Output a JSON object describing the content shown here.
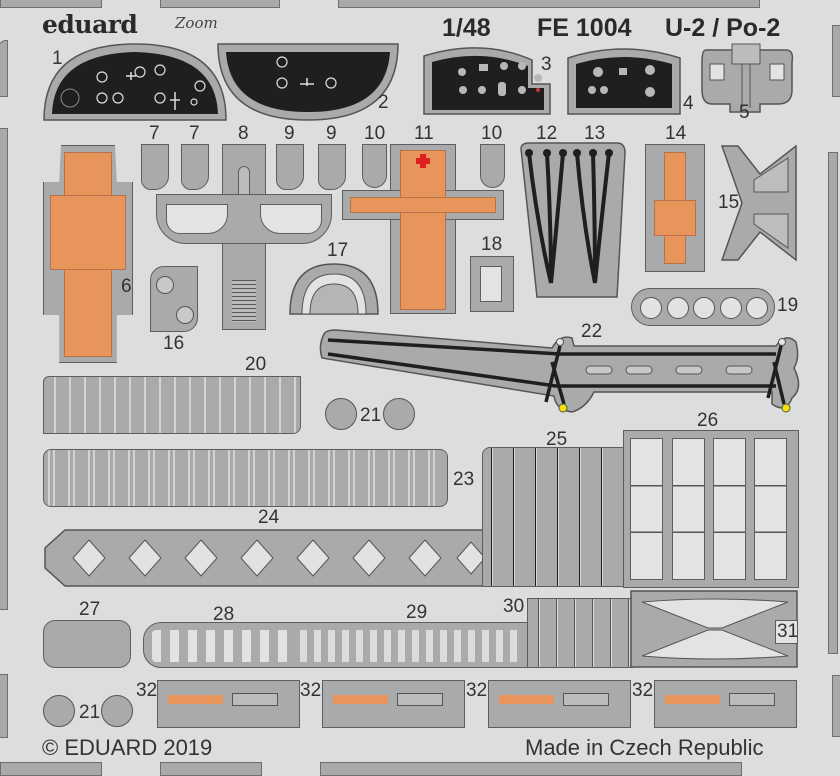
{
  "header": {
    "brand": "eduard",
    "sub_brand": "Zoom",
    "scale": "1/48",
    "set_code": "FE 1004",
    "aircraft": "U-2 / Po-2"
  },
  "footer": {
    "copyright": "© EDUARD 2019",
    "origin": "Made in Czech Republic"
  },
  "colors": {
    "sheet_bg": "#dcdddd",
    "fret_gray": "#a9aaab",
    "panel_black": "#1f1f1f",
    "orange_pre_painted": "#e8955c",
    "red_cross": "#e02020",
    "highlight_yellow": "#f5e400"
  },
  "parts": {
    "p1": "1",
    "p2": "2",
    "p3": "3",
    "p4": "4",
    "p5": "5",
    "p6": "6",
    "p7a": "7",
    "p7b": "7",
    "p8": "8",
    "p9a": "9",
    "p9b": "9",
    "p10a": "10",
    "p10b": "10",
    "p11": "11",
    "p12": "12",
    "p13": "13",
    "p14": "14",
    "p15": "15",
    "p16": "16",
    "p17": "17",
    "p18": "18",
    "p19": "19",
    "p20": "20",
    "p21a": "21",
    "p21b": "21",
    "p22": "22",
    "p23": "23",
    "p24": "24",
    "p25": "25",
    "p26": "26",
    "p27": "27",
    "p28": "28",
    "p29": "29",
    "p30": "30",
    "p31": "31",
    "p32a": "32",
    "p32b": "32",
    "p32c": "32",
    "p32d": "32"
  }
}
